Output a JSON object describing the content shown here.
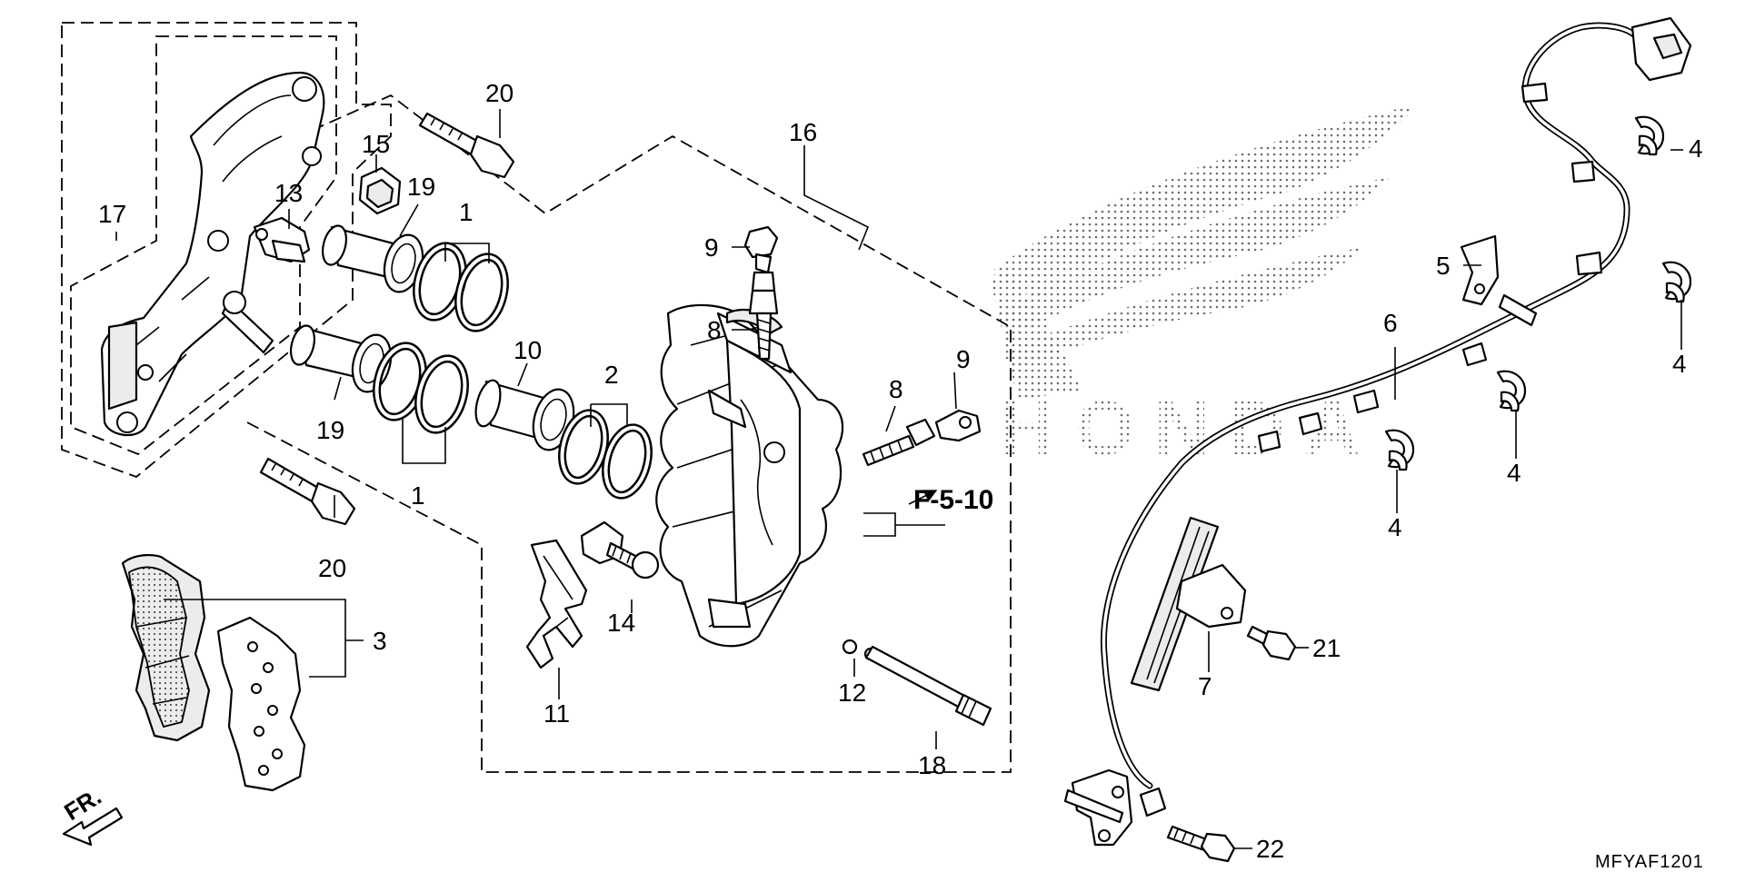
{
  "diagram": {
    "reference_label": "F-5-10",
    "diagram_code": "MFYAF1201",
    "front_indicator": "FR.",
    "logo_watermark": "HONDA",
    "callouts": {
      "c1a": "1",
      "c1b": "1",
      "c2": "2",
      "c3": "3",
      "c4a": "4",
      "c4b": "4",
      "c4c": "4",
      "c4d": "4",
      "c5": "5",
      "c6": "6",
      "c7": "7",
      "c8a": "8",
      "c8b": "8",
      "c9a": "9",
      "c9b": "9",
      "c10": "10",
      "c11": "11",
      "c12": "12",
      "c13": "13",
      "c14": "14",
      "c15": "15",
      "c16": "16",
      "c17": "17",
      "c18": "18",
      "c19a": "19",
      "c19b": "19",
      "c20a": "20",
      "c20b": "20",
      "c21": "21",
      "c22": "22"
    }
  }
}
